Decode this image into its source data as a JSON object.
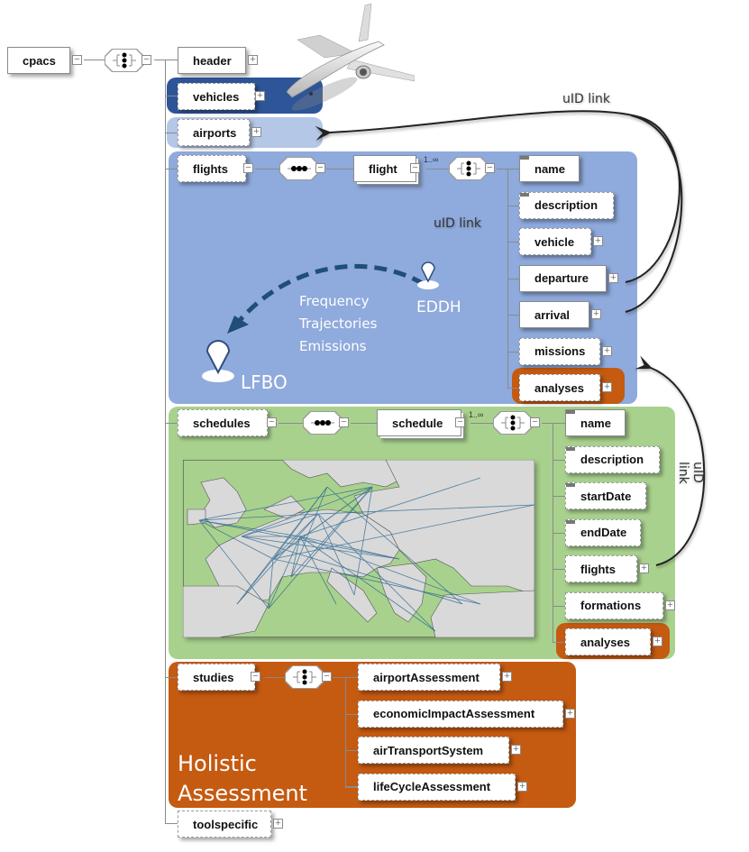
{
  "colors": {
    "vehicles_panel": "#2e5597",
    "airports_panel": "#b4c7e7",
    "flights_panel": "#8faadc",
    "schedules_panel": "#a9d18e",
    "studies_panel": "#c55a11",
    "analyses_highlight": "#c55a11",
    "route_arrow": "#1f4e79",
    "map_route": "#1f5f8b"
  },
  "root": {
    "label": "cpacs"
  },
  "top_level": {
    "header": "header",
    "vehicles": "vehicles",
    "airports": "airports",
    "flights": "flights",
    "schedules": "schedules",
    "studies": "studies",
    "toolspecific": "toolspecific"
  },
  "flights_section": {
    "child": "flight",
    "multiplicity": "1..∞",
    "elements": [
      "name",
      "description",
      "vehicle",
      "departure",
      "arrival",
      "missions",
      "analyses"
    ],
    "illustration": {
      "origin": "EDDH",
      "destination": "LFBO",
      "properties": [
        "Frequency",
        "Trajectories",
        "Emissions"
      ]
    }
  },
  "schedules_section": {
    "child": "schedule",
    "multiplicity": "1..∞",
    "elements": [
      "name",
      "description",
      "startDate",
      "endDate",
      "flights",
      "formations",
      "analyses"
    ]
  },
  "studies_section": {
    "elements": [
      "airportAssessment",
      "economicImpactAssessment",
      "airTransportSystem",
      "lifeCycleAssessment"
    ],
    "caption_line1": "Holistic",
    "caption_line2": "Assessment"
  },
  "links": {
    "uid_link_top": "uID link",
    "uid_link_flights": "uID link",
    "uid_link_schedules": "uID link"
  }
}
